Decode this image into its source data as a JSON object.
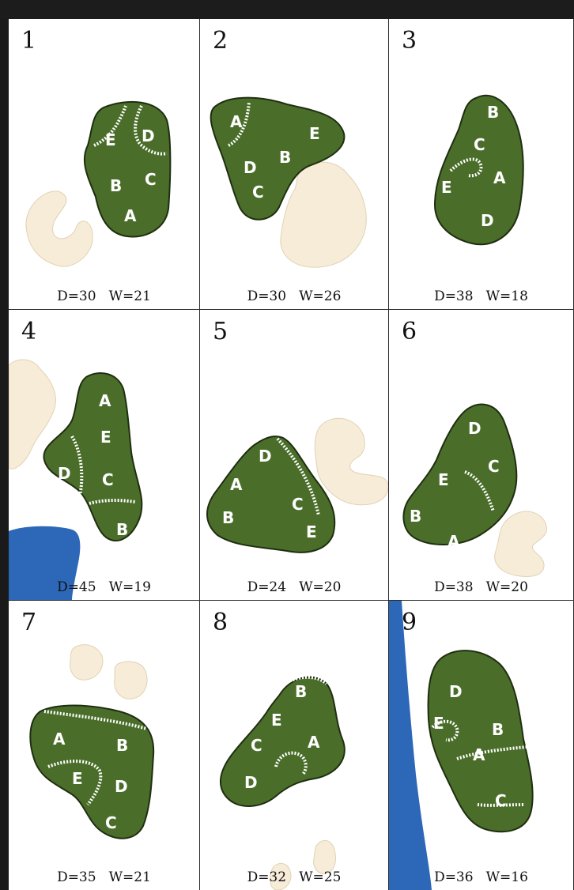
{
  "colors": {
    "green": "#4a6e2a",
    "green_edge": "#1f2e10",
    "bunker": "#f7ecd8",
    "water": "#2c67b8",
    "tier_line": "#ffffff"
  },
  "holes": [
    {
      "number": "1",
      "depth": "D=30",
      "width": "W=21",
      "zones": [
        "E",
        "D",
        "B",
        "C",
        "A"
      ]
    },
    {
      "number": "2",
      "depth": "D=30",
      "width": "W=26",
      "zones": [
        "A",
        "E",
        "B",
        "D",
        "C"
      ]
    },
    {
      "number": "3",
      "depth": "D=38",
      "width": "W=18",
      "zones": [
        "B",
        "C",
        "E",
        "A",
        "D"
      ]
    },
    {
      "number": "4",
      "depth": "D=45",
      "width": "W=19",
      "zones": [
        "A",
        "E",
        "D",
        "C",
        "B"
      ]
    },
    {
      "number": "5",
      "depth": "D=24",
      "width": "W=20",
      "zones": [
        "D",
        "A",
        "B",
        "C",
        "E"
      ]
    },
    {
      "number": "6",
      "depth": "D=38",
      "width": "W=20",
      "zones": [
        "D",
        "C",
        "E",
        "B",
        "A"
      ]
    },
    {
      "number": "7",
      "depth": "D=35",
      "width": "W=21",
      "zones": [
        "A",
        "B",
        "E",
        "D",
        "C"
      ]
    },
    {
      "number": "8",
      "depth": "D=32",
      "width": "W=25",
      "zones": [
        "B",
        "E",
        "A",
        "C",
        "D"
      ]
    },
    {
      "number": "9",
      "depth": "D=36",
      "width": "W=16",
      "zones": [
        "D",
        "E",
        "B",
        "A",
        "C"
      ]
    }
  ]
}
